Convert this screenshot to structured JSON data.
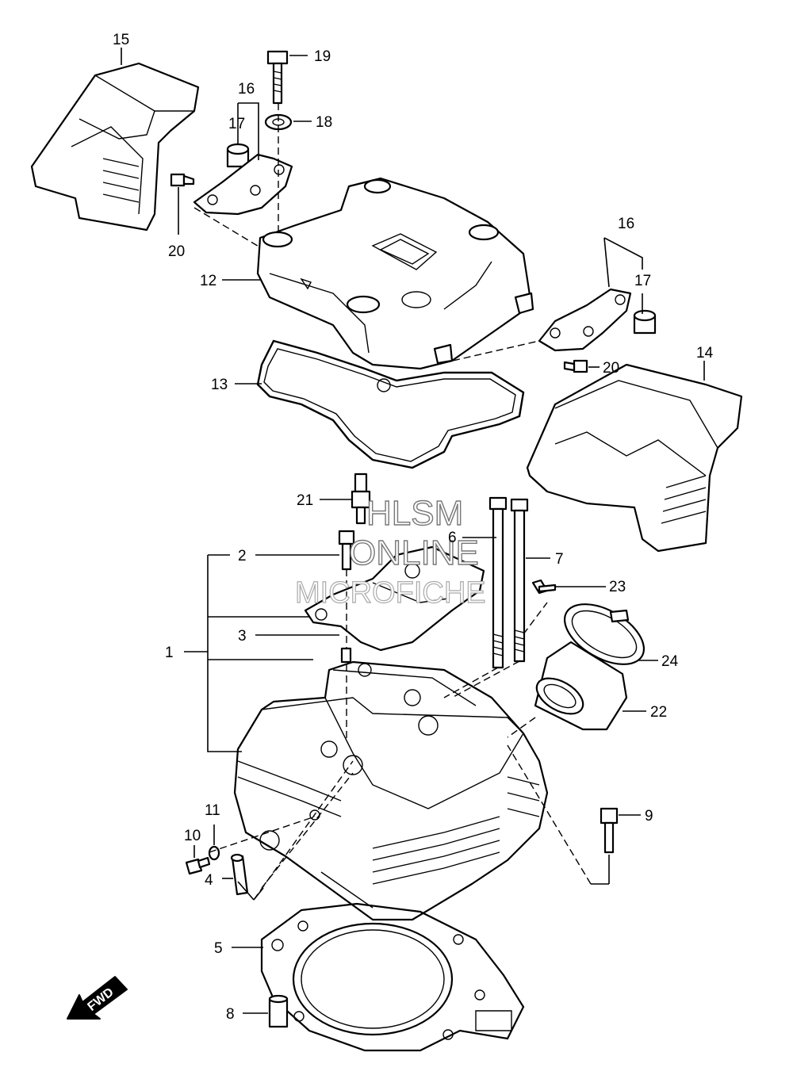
{
  "callouts": [
    {
      "id": "1",
      "text": "1"
    },
    {
      "id": "2",
      "text": "2"
    },
    {
      "id": "3",
      "text": "3"
    },
    {
      "id": "4",
      "text": "4"
    },
    {
      "id": "5",
      "text": "5"
    },
    {
      "id": "6",
      "text": "6"
    },
    {
      "id": "7",
      "text": "7"
    },
    {
      "id": "8",
      "text": "8"
    },
    {
      "id": "9",
      "text": "9"
    },
    {
      "id": "10",
      "text": "10"
    },
    {
      "id": "11",
      "text": "11"
    },
    {
      "id": "12",
      "text": "12"
    },
    {
      "id": "13",
      "text": "13"
    },
    {
      "id": "14",
      "text": "14"
    },
    {
      "id": "15",
      "text": "15"
    },
    {
      "id": "16a",
      "text": "16"
    },
    {
      "id": "16b",
      "text": "16"
    },
    {
      "id": "17a",
      "text": "17"
    },
    {
      "id": "17b",
      "text": "17"
    },
    {
      "id": "18",
      "text": "18"
    },
    {
      "id": "19",
      "text": "19"
    },
    {
      "id": "20a",
      "text": "20"
    },
    {
      "id": "20b",
      "text": "20"
    },
    {
      "id": "21",
      "text": "21"
    },
    {
      "id": "22",
      "text": "22"
    },
    {
      "id": "23",
      "text": "23"
    },
    {
      "id": "24",
      "text": "24"
    }
  ],
  "watermark": {
    "line1": "HLSM",
    "line2": "ONLINE",
    "line3": "MICROFICHE"
  },
  "direction_badge": {
    "text": "FWD"
  }
}
